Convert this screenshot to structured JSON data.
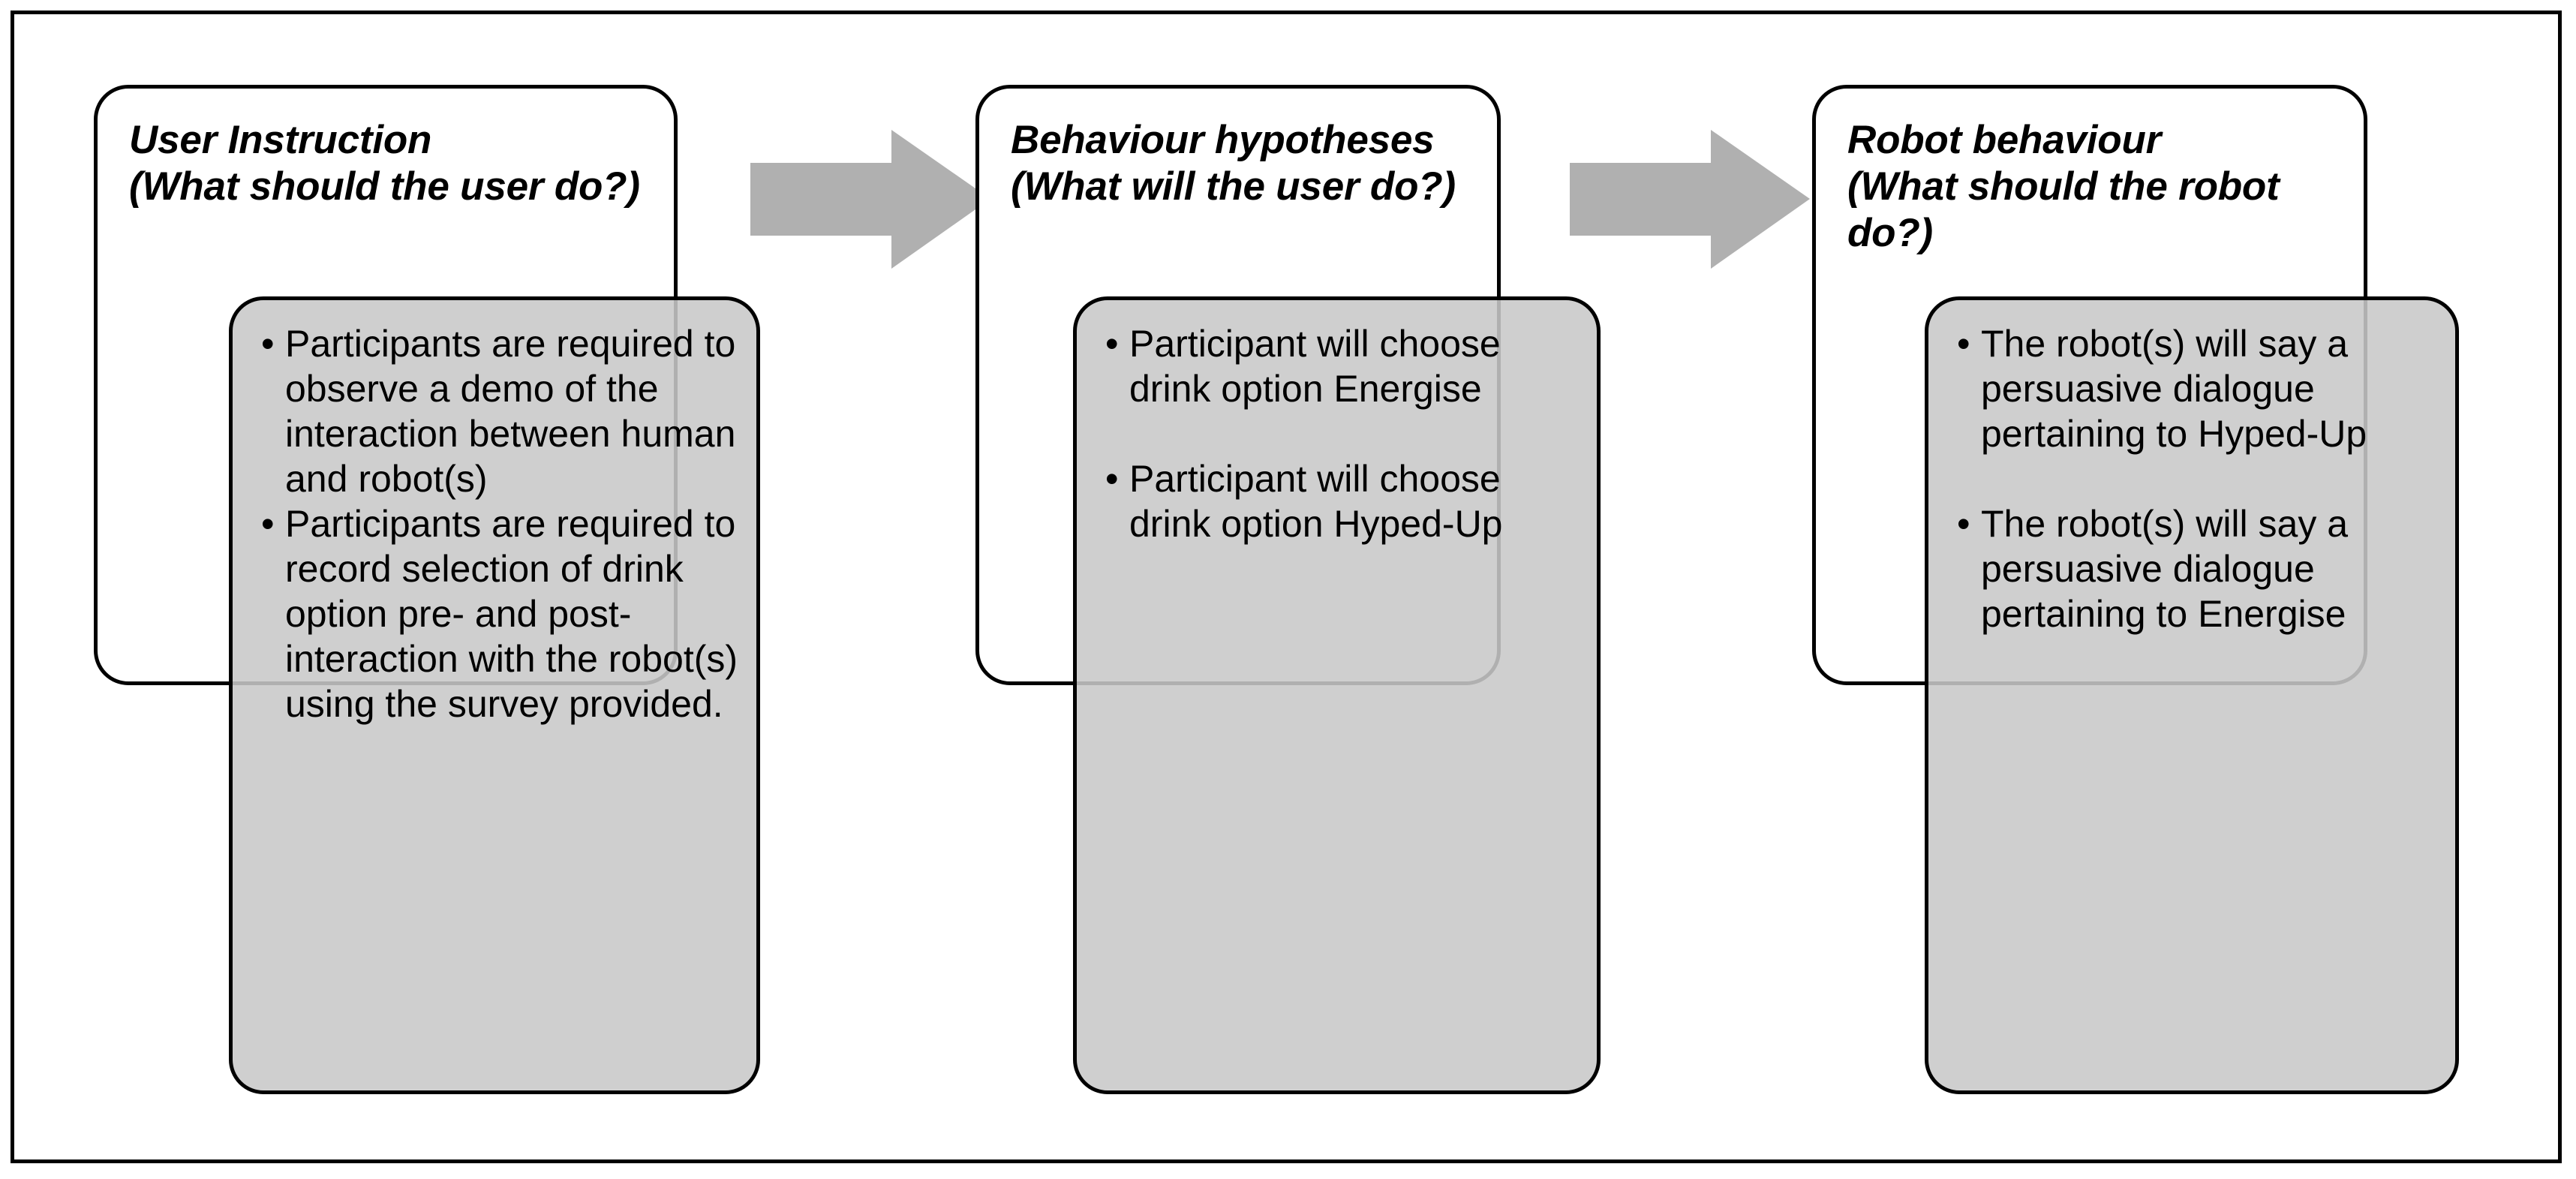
{
  "diagram": {
    "title_semantic": "experiment-design-flow",
    "frame_border_color": "#000000",
    "background_color": "#ffffff",
    "card_fill_color": "#ffffff",
    "body_fill_color": "#c8c8c8",
    "arrow_color": "#b0b0b0",
    "text_color": "#000000"
  },
  "panels": [
    {
      "id": "user-instruction",
      "header": "User Instruction\n(What should the user do?)",
      "bullets": [
        "Participants are required to observe a demo of the interaction between human and robot(s)",
        "Participants are required to record selection of drink option pre- and post-interaction with the robot(s) using the survey provided."
      ],
      "spaced_bullets": false
    },
    {
      "id": "behaviour-hypotheses",
      "header": "Behaviour hypotheses\n(What will the user do?)",
      "bullets": [
        "Participant will choose drink option Energise",
        "Participant will choose drink option Hyped-Up"
      ],
      "spaced_bullets": true
    },
    {
      "id": "robot-behaviour",
      "header": "Robot behaviour\n(What should the robot do?)",
      "bullets": [
        "The robot(s) will say a persuasive dialogue pertaining to Hyped-Up",
        "The robot(s) will say a persuasive dialogue pertaining to Energise"
      ],
      "spaced_bullets": true
    }
  ],
  "arrows": [
    {
      "id": "arrow-1",
      "from": "user-instruction",
      "to": "behaviour-hypotheses",
      "direction": "right"
    },
    {
      "id": "arrow-2",
      "from": "behaviour-hypotheses",
      "to": "robot-behaviour",
      "direction": "right"
    }
  ]
}
